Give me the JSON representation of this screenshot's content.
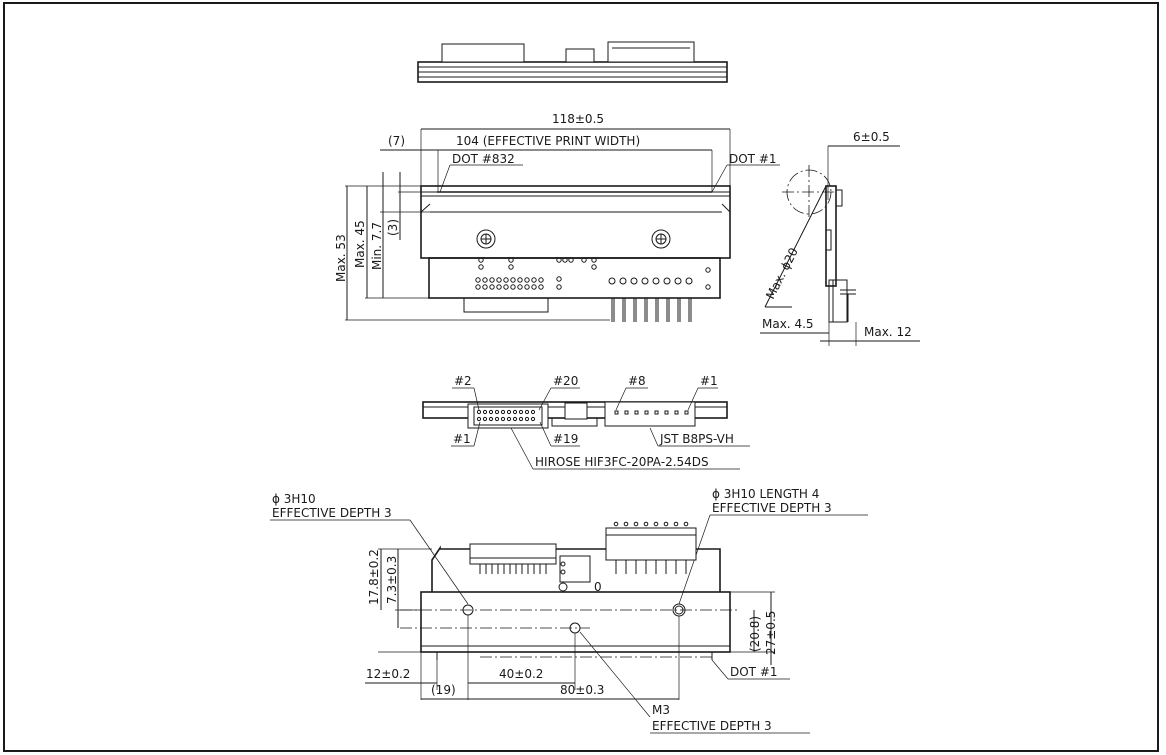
{
  "labels": {
    "width_total": "118±0.5",
    "paren_7": "(7)",
    "effective_print_width": "104  (EFFECTIVE  PRINT  WIDTH)",
    "dot_832": "DOT #832",
    "dot_1_top": "DOT #1",
    "max_53": "Max. 53",
    "max_45": "Max. 45",
    "min_77": "Min. 7.7",
    "paren_3": "(3)",
    "side_6": "6±0.5",
    "max_phi20": "Max. ϕ20",
    "max_45b": "Max. 4.5",
    "max_12": "Max. 12",
    "pin_2": "#2",
    "pin_20": "#20",
    "pin_8": "#8",
    "pin_1_right": "#1",
    "pin_1_left": "#1",
    "pin_19": "#19",
    "jst": "JST B8PS-VH",
    "hirose": "HIROSE HIF3FC-20PA-2.54DS",
    "hole_left_1": "ϕ 3H10",
    "hole_left_2": "EFFECTIVE DEPTH 3",
    "hole_right_1": "ϕ 3H10 LENGTH 4",
    "hole_right_2": "EFFECTIVE DEPTH 3",
    "dim_178": "17.8±0.2",
    "dim_73": "7.3±0.3",
    "dim_208": "(20.8)",
    "dim_27": "27±0.5",
    "dot_1_bottom": "DOT #1",
    "dim_12": "12±0.2",
    "dim_40": "40±0.2",
    "dim_19": "(19)",
    "dim_80": "80±0.3",
    "m3_1": "M3",
    "m3_2": "EFFECTIVE DEPTH 3",
    "zero_mark": "0"
  }
}
